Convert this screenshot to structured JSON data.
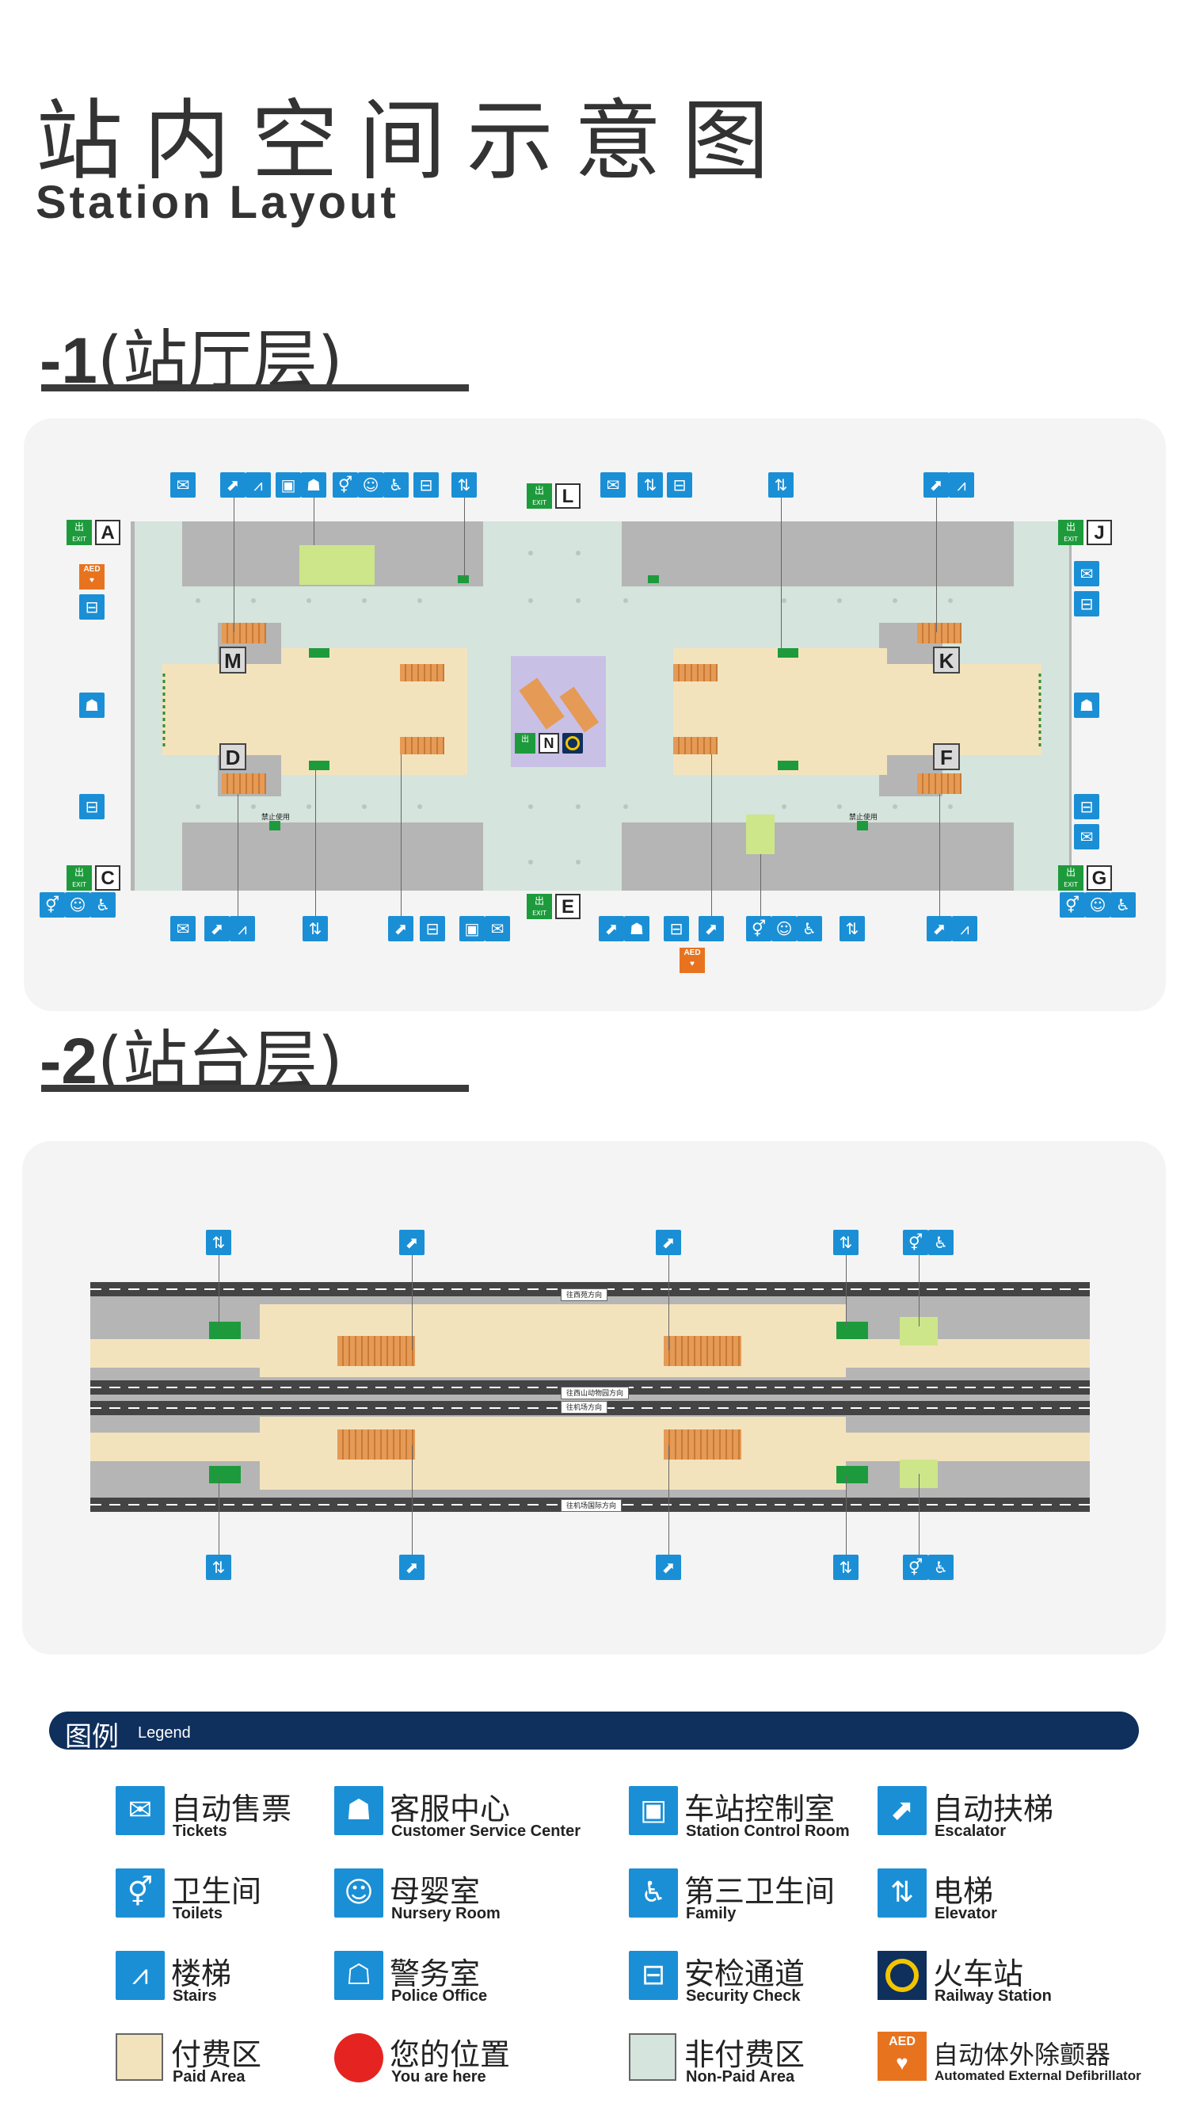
{
  "header": {
    "title_cn": "站内空间示意图",
    "title_en": "Station Layout"
  },
  "floors": [
    {
      "number": "-1",
      "name": "(站厅层)"
    },
    {
      "number": "-2",
      "name": "(站台层)"
    }
  ],
  "concourse": {
    "exits": [
      "A",
      "C",
      "E",
      "G",
      "J",
      "L"
    ],
    "entrances": [
      "M",
      "D",
      "K",
      "F"
    ],
    "current_marker": "N",
    "exit_label_cn": "出",
    "exit_label_en": "EXIT",
    "aed_label": "AED",
    "no_entry_text": "禁止使用"
  },
  "platform": {
    "direction_signs": [
      "往西苑方向",
      "往西山动物园方向",
      "往机场方向",
      "往机场国际方向"
    ]
  },
  "legend": {
    "title_cn": "图例",
    "title_en": "Legend",
    "items": [
      {
        "cn": "自动售票",
        "en": "Tickets",
        "icon": "ticket-machine-icon"
      },
      {
        "cn": "客服中心",
        "en": "Customer Service Center",
        "icon": "customer-service-icon"
      },
      {
        "cn": "车站控制室",
        "en": "Station Control Room",
        "icon": "control-room-icon"
      },
      {
        "cn": "自动扶梯",
        "en": "Escalator",
        "icon": "escalator-icon"
      },
      {
        "cn": "卫生间",
        "en": "Toilets",
        "icon": "toilet-icon"
      },
      {
        "cn": "母婴室",
        "en": "Nursery Room",
        "icon": "nursery-icon"
      },
      {
        "cn": "第三卫生间",
        "en": "Family",
        "icon": "family-toilet-icon"
      },
      {
        "cn": "电梯",
        "en": "Elevator",
        "icon": "elevator-icon"
      },
      {
        "cn": "楼梯",
        "en": "Stairs",
        "icon": "stairs-icon"
      },
      {
        "cn": "警务室",
        "en": "Police Office",
        "icon": "police-icon"
      },
      {
        "cn": "安检通道",
        "en": "Security Check",
        "icon": "security-check-icon"
      },
      {
        "cn": "火车站",
        "en": "Railway Station",
        "icon": "railway-station-icon"
      },
      {
        "cn": "付费区",
        "en": "Paid Area",
        "icon": "paid-area-swatch"
      },
      {
        "cn": "您的位置",
        "en": "You are here",
        "icon": "you-are-here-marker"
      },
      {
        "cn": "非付费区",
        "en": "Non-Paid Area",
        "icon": "non-paid-area-swatch"
      },
      {
        "cn": "自动体外除颤器",
        "en": "Automated External Defibrillator",
        "icon": "aed-icon"
      }
    ]
  },
  "colors": {
    "icon_blue": "#1a8fd6",
    "exit_green": "#1d9b3c",
    "paid_area": "#f3e3bd",
    "non_paid_area": "#d5e4dc",
    "you_are_here": "#e52421",
    "aed_orange": "#e8731f",
    "legend_bar": "#0f2f5c",
    "railway_yellow": "#f2c500"
  }
}
